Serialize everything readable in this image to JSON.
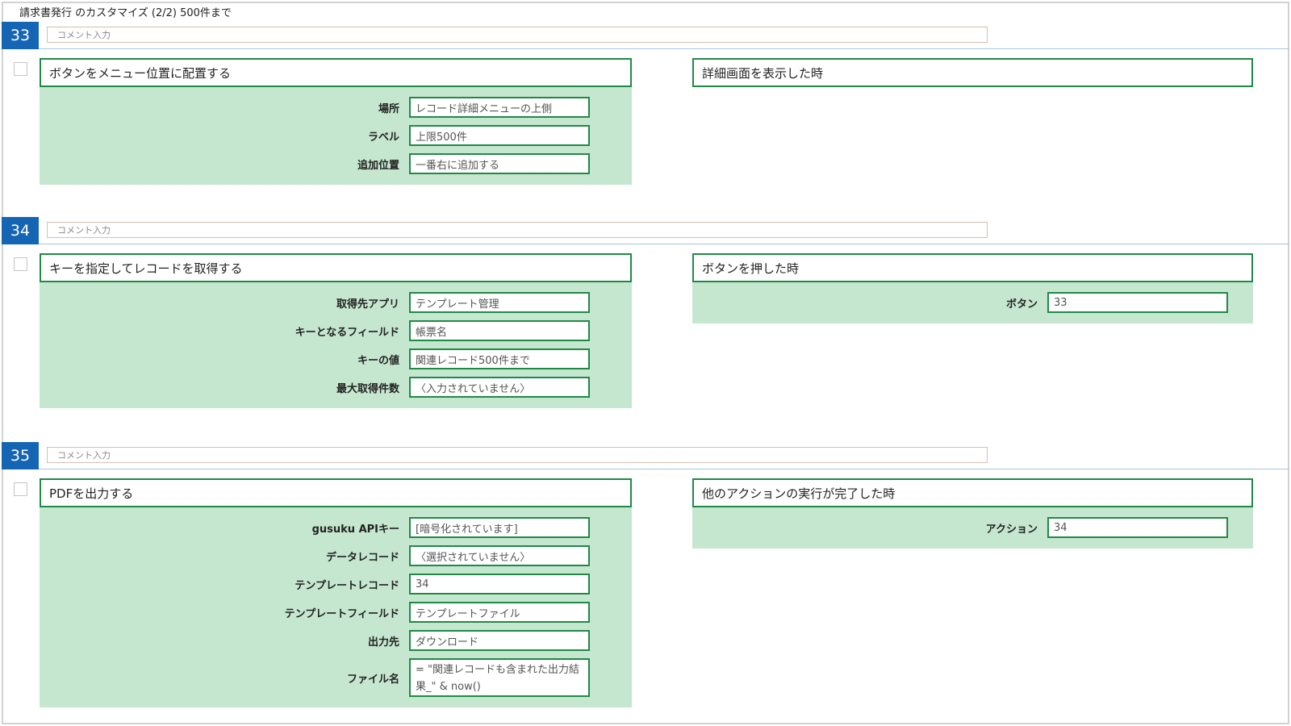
{
  "page": {
    "title": "請求書発行 のカスタマイズ (2/2) 500件まで"
  },
  "colors": {
    "badge": "#1565b5",
    "panel_border": "#1f8a45",
    "panel_fill": "#c6e7cf",
    "separator": "#a8c6de"
  },
  "blocks": [
    {
      "number": "33",
      "comment_placeholder": "コメント入力",
      "action": {
        "title": "ボタンをメニュー位置に配置する",
        "fields": [
          {
            "label": "場所",
            "value": "レコード詳細メニューの上側"
          },
          {
            "label": "ラベル",
            "value": "上限500件"
          },
          {
            "label": "追加位置",
            "value": "一番右に追加する"
          }
        ]
      },
      "trigger": {
        "title": "詳細画面を表示した時",
        "fields": []
      }
    },
    {
      "number": "34",
      "comment_placeholder": "コメント入力",
      "action": {
        "title": "キーを指定してレコードを取得する",
        "fields": [
          {
            "label": "取得先アプリ",
            "value": "テンプレート管理"
          },
          {
            "label": "キーとなるフィールド",
            "value": "帳票名"
          },
          {
            "label": "キーの値",
            "value": "関連レコード500件まで"
          },
          {
            "label": "最大取得件数",
            "value": "〈入力されていません〉"
          }
        ]
      },
      "trigger": {
        "title": "ボタンを押した時",
        "fields": [
          {
            "label": "ボタン",
            "value": "33"
          }
        ]
      }
    },
    {
      "number": "35",
      "comment_placeholder": "コメント入力",
      "action": {
        "title": "PDFを出力する",
        "fields": [
          {
            "label": "gusuku APIキー",
            "value": "[暗号化されています]"
          },
          {
            "label": "データレコード",
            "value": "〈選択されていません〉"
          },
          {
            "label": "テンプレートレコード",
            "value": "34"
          },
          {
            "label": "テンプレートフィールド",
            "value": "テンプレートファイル"
          },
          {
            "label": "出力先",
            "value": "ダウンロード"
          },
          {
            "label": "ファイル名",
            "value": "= \"関連レコードも含まれた出力結果_\" & now()"
          }
        ]
      },
      "trigger": {
        "title": "他のアクションの実行が完了した時",
        "fields": [
          {
            "label": "アクション",
            "value": "34"
          }
        ]
      }
    }
  ]
}
